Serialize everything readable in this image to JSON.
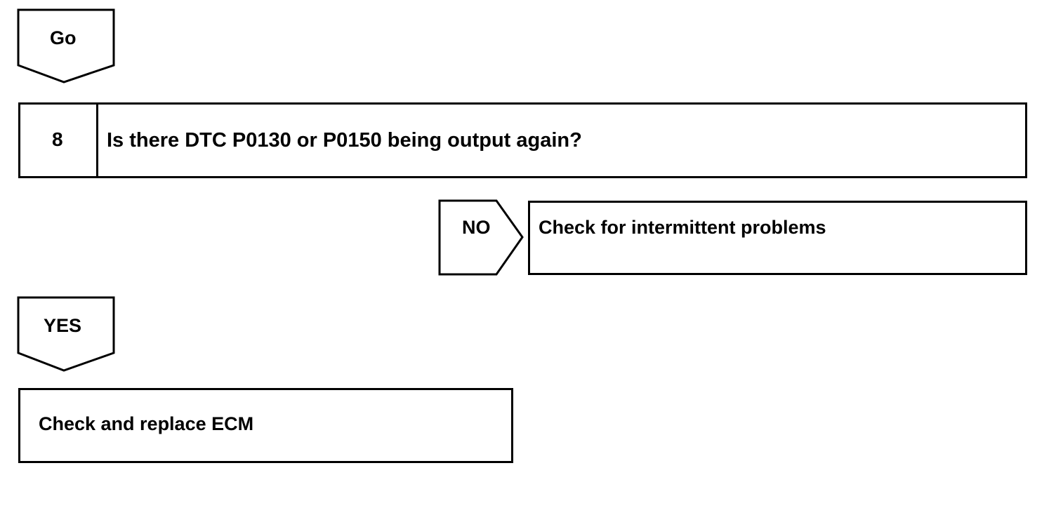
{
  "connectors": {
    "go_label": "Go",
    "no_label": "NO",
    "yes_label": "YES"
  },
  "step": {
    "number": "8",
    "question": "Is there DTC P0130 or P0150 being output again?"
  },
  "results": {
    "no_result": "Check for intermittent problems",
    "yes_result": "Check and replace ECM"
  }
}
